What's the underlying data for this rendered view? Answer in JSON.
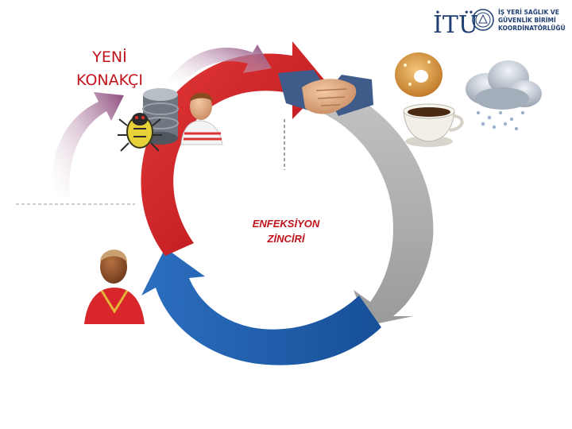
{
  "logo": {
    "wordmark": "İTÜ",
    "unit_lines": [
      "İŞ YERİ SAĞLIK VE",
      "GÜVENLİK BİRİMİ",
      "KOORDİNATÖRLÜĞÜ"
    ]
  },
  "new_host_label": [
    "YENİ",
    "KONAKÇI"
  ],
  "center_label": [
    "ENFEKSİYON",
    "ZİNCİRİ"
  ],
  "colors": {
    "red_arrow": "#c8161d",
    "gray_arrow": "#a9a9a9",
    "blue_arrow": "#1f5fae",
    "purple_arrow": "#9a5a86",
    "label_red": "#c0141c",
    "logo_blue": "#1f3f73"
  },
  "icons": [
    "bug-on-database-icon",
    "person-icon",
    "handshake-icon",
    "donut-icon",
    "coffee-cup-icon",
    "rain-cloud-icon",
    "susceptible-person-icon"
  ]
}
